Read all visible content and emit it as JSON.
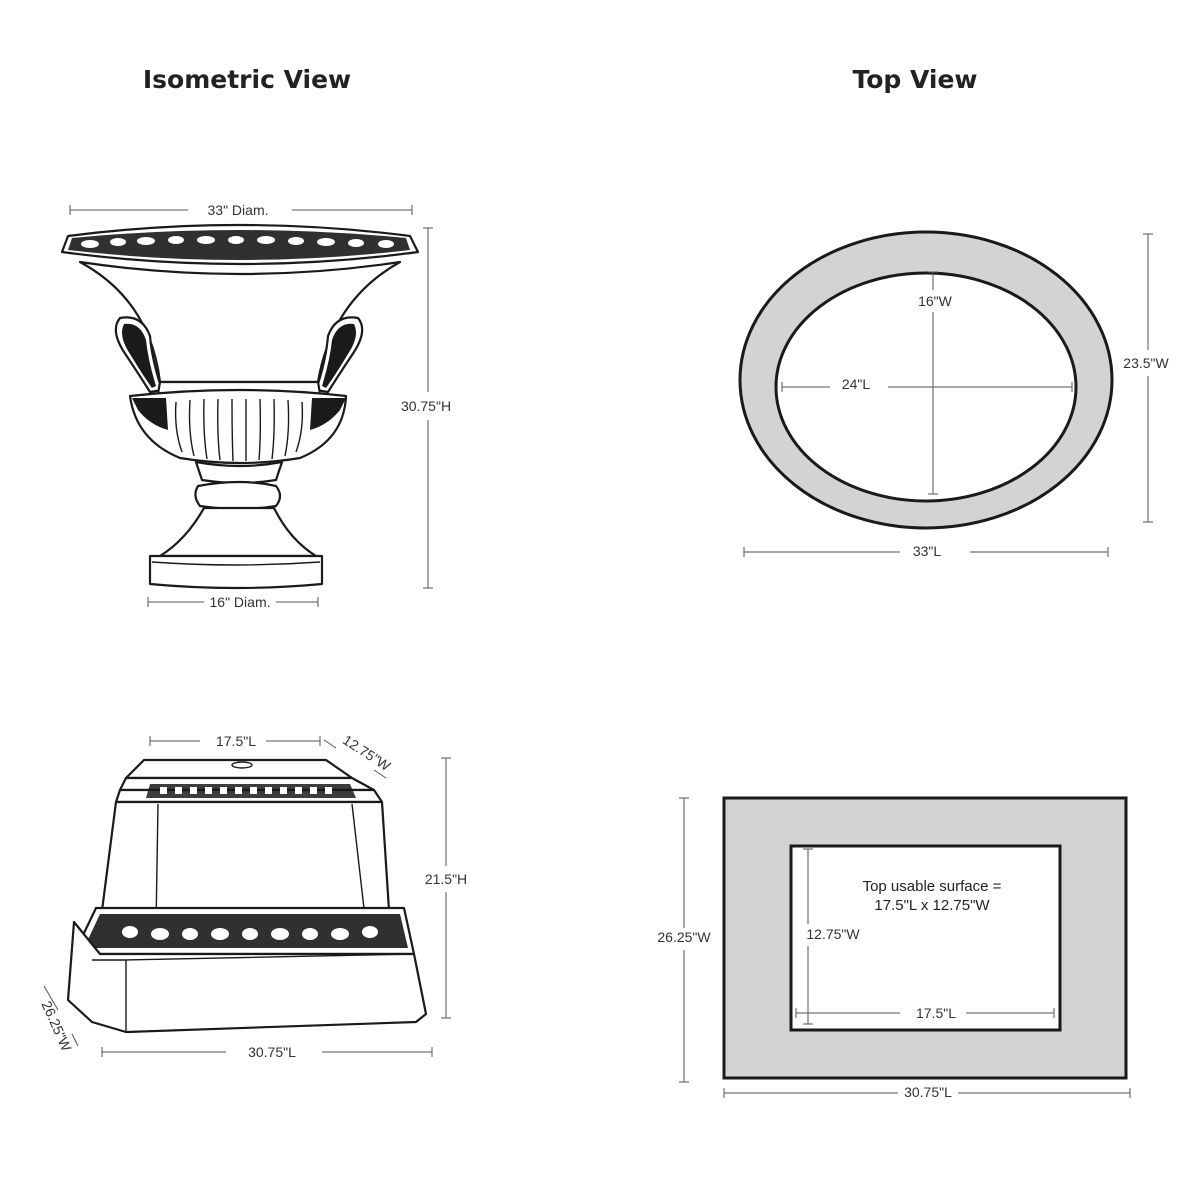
{
  "titles": {
    "isometric": "Isometric View",
    "top": "Top View"
  },
  "urn_iso": {
    "top_diameter": "33\" Diam.",
    "height": "30.75\"H",
    "base_diameter": "16\" Diam."
  },
  "urn_top": {
    "inner_width": "16\"W",
    "inner_length": "24\"L",
    "outer_width": "23.5\"W",
    "outer_length": "33\"L"
  },
  "pedestal_iso": {
    "top_length": "17.5\"L",
    "top_width": "12.75\"W",
    "height": "21.5\"H",
    "base_width": "26.25\"W",
    "base_length": "30.75\"L"
  },
  "pedestal_top": {
    "surface_line1": "Top usable surface =",
    "surface_line2": "17.5\"L x 12.75\"W",
    "inner_width": "12.75\"W",
    "inner_length": "17.5\"L",
    "outer_width": "26.25\"W",
    "outer_length": "30.75\"L"
  },
  "colors": {
    "ink": "#1a1a1a",
    "fill_gray": "#d3d3d3",
    "dim_line": "#555555"
  }
}
